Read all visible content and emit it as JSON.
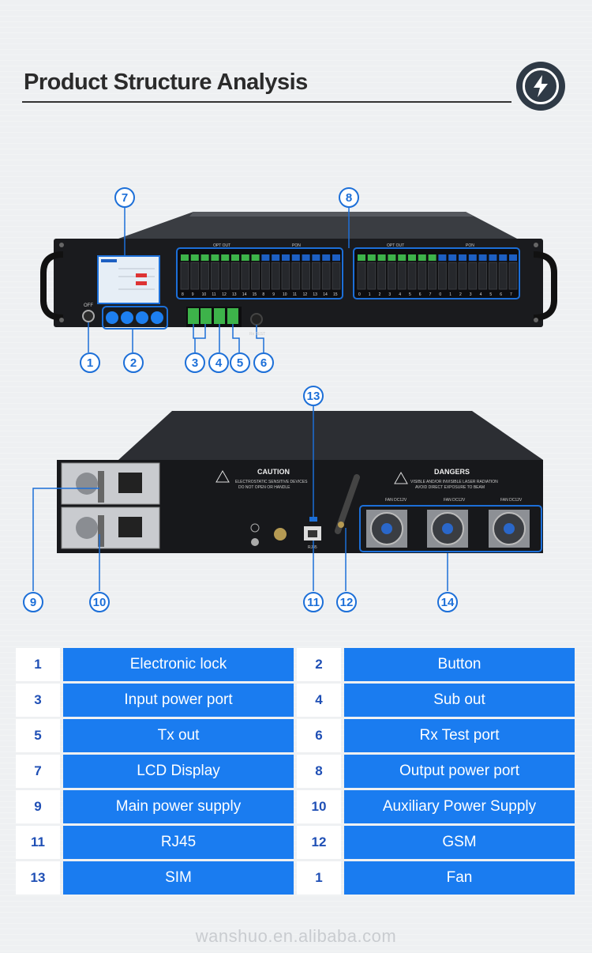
{
  "header": {
    "title": "Product Structure Analysis"
  },
  "front_panel": {
    "top_label_a": "OPT OUT",
    "top_label_b": "PON",
    "port_numbers_a": [
      "8",
      "9",
      "10",
      "11",
      "12",
      "13",
      "14",
      "15",
      "8",
      "9",
      "10",
      "11",
      "12",
      "13",
      "14",
      "15"
    ],
    "port_numbers_b": [
      "0",
      "1",
      "2",
      "3",
      "4",
      "5",
      "6",
      "7",
      "0",
      "1",
      "2",
      "3",
      "4",
      "5",
      "6",
      "7"
    ],
    "off_label": "OFF",
    "rx_test_label": "Rx TEST"
  },
  "rear_panel": {
    "caution_title": "CAUTION",
    "caution_text_1": "ELECTROSTATIC SENSITIVE DEVICES",
    "caution_text_2": "DO NOT OPEN OR HANDLE",
    "danger_title": "DANGERS",
    "danger_text_1": "VISIBLE AND/OR INVISIBLE LASER RADIATION",
    "danger_text_2": "AVOID DIRECT EXPOSURE TO BEAM",
    "fan_label": "FAN DC12V",
    "rj45_label": "RJ45"
  },
  "callouts": [
    "1",
    "2",
    "3",
    "4",
    "5",
    "6",
    "7",
    "8",
    "9",
    "10",
    "11",
    "12",
    "13",
    "14"
  ],
  "legend": [
    {
      "n1": "1",
      "l1": "Electronic lock",
      "n2": "2",
      "l2": "Button"
    },
    {
      "n1": "3",
      "l1": "Input power port",
      "n2": "4",
      "l2": "Sub out"
    },
    {
      "n1": "5",
      "l1": "Tx out",
      "n2": "6",
      "l2": "Rx Test port"
    },
    {
      "n1": "7",
      "l1": "LCD Display",
      "n2": "8",
      "l2": "Output power port"
    },
    {
      "n1": "9",
      "l1": "Main power supply",
      "n2": "10",
      "l2": "Auxiliary Power Supply"
    },
    {
      "n1": "11",
      "l1": "RJ45",
      "n2": "12",
      "l2": "GSM"
    },
    {
      "n1": "13",
      "l1": "SIM",
      "n2": "1",
      "l2": "Fan"
    }
  ],
  "footer": {
    "watermark": "wanshuo.en.alibaba.com"
  },
  "colors": {
    "accent": "#1a7cf0",
    "callout": "#1c6fd8",
    "port_green": "#3db34a",
    "port_blue": "#1d5fc2"
  }
}
